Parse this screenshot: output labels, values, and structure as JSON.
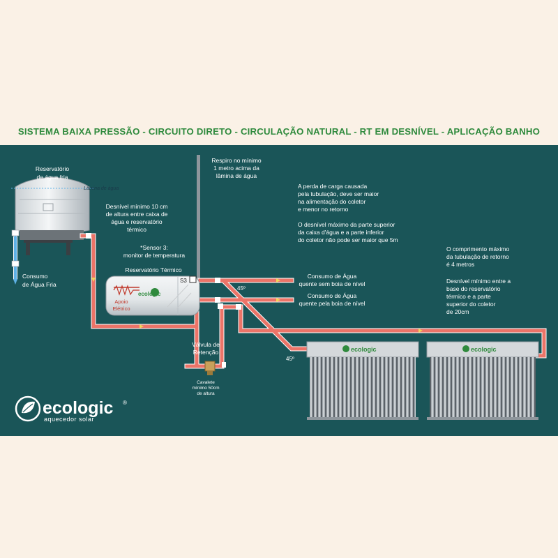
{
  "title": "SISTEMA BAIXA PRESSÃO - CIRCUITO DIRETO - CIRCULAÇÃO NATURAL - RT EM DESNÍVEL - APLICAÇÃO BANHO",
  "colors": {
    "background": "#faf1e6",
    "panel": "#1a5558",
    "title": "#2f8a3d",
    "hot_pipe": "#ec7468",
    "cold_pipe": "#5eb1e6",
    "label_text": "#ffffff"
  },
  "labels": {
    "reservatorio_agua_fria": [
      "Reservatório",
      "de água fria"
    ],
    "lamina_agua": "Lâmina de água",
    "consumo_agua_fria": [
      "Consumo",
      "de Água Fria"
    ],
    "desnivel_minimo": [
      "Desnível mínimo 10 cm",
      "de altura entre caixa de",
      "água e reservatório",
      "térmico"
    ],
    "sensor_3": [
      "*Sensor 3:",
      "monitor de temperatura"
    ],
    "reservatorio_termico": "Reservatório Térmico",
    "s3": "S3",
    "apoio_eletrico": [
      "Apoio",
      "Elétrico"
    ],
    "respiro": [
      "Respiro no mínimo",
      "1 metro acima da",
      "lâmina de água"
    ],
    "consumo_sem_boia": [
      "Consumo de Água",
      "quente sem boia de nível"
    ],
    "consumo_pela_boia": [
      "Consumo de Água",
      "quente pela boia de nível"
    ],
    "angle_45_top": "45º",
    "angle_45_bottom": "45º",
    "valvula_retencao": [
      "Válvula de",
      "Retenção"
    ],
    "cavalete": [
      "Cavalete",
      "mínimo 50cm",
      "de altura"
    ],
    "perda_carga": [
      "A perda de carga causada",
      "pela tubulação, deve ser maior",
      "na alimentação do coletor",
      "e menor no retorno"
    ],
    "desnivel_maximo": [
      "O desnível máximo da parte superior",
      "da caixa d'água e a parte inferior",
      "do coletor não pode ser maior que 5m"
    ],
    "comprimento_maximo": [
      "O comprimento máximo",
      "da tubulação de retorno",
      "é 4 metros"
    ],
    "desnivel_minimo_coletor": [
      "Desnível mínimo entre a",
      "base do reservatório",
      "térmico e a parte",
      "superior do coletor",
      "de 20cm"
    ]
  },
  "brand": {
    "name": "ecologic",
    "registered": "®",
    "tagline": "aquecedor solar",
    "collector_1": "ecologic",
    "collector_2": "ecologic",
    "tank": "ecologic"
  },
  "icons": {
    "logo": "ecologic-leaf-icon",
    "heater": "heating-coil-icon",
    "sensor": "sensor-icon",
    "valve": "check-valve-icon",
    "faucet": "faucet-icon"
  }
}
